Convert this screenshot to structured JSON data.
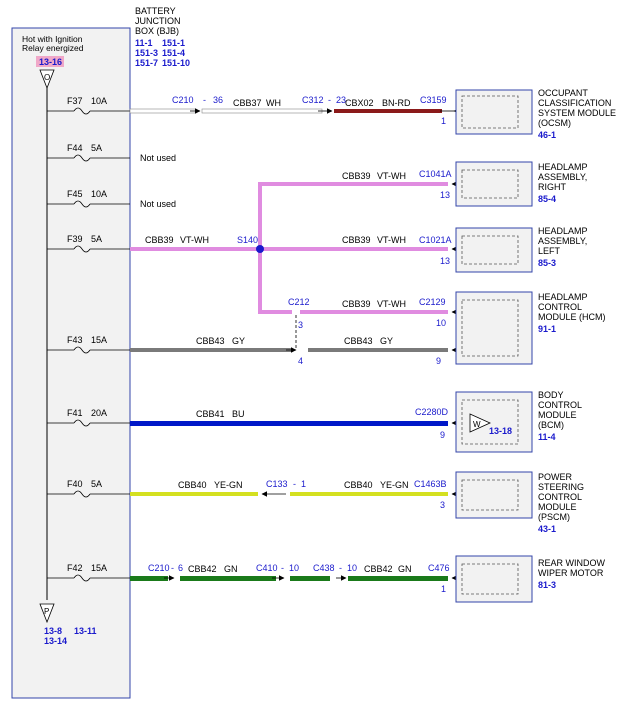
{
  "bjb": {
    "title_line1": "BATTERY",
    "title_line2": "JUNCTION",
    "title_line3": "BOX (BJB)",
    "refs": [
      "11-1",
      "151-1",
      "151-3",
      "151-4",
      "151-7",
      "151-10"
    ],
    "hot_line1": "Hot with Ignition",
    "hot_line2": "Relay energized",
    "hot_ref": "13-16",
    "top_symbol": "O",
    "bottom_symbol": "P",
    "bottom_refs": [
      "13-8",
      "13-11",
      "13-14"
    ]
  },
  "fuses": [
    {
      "id": "F37",
      "rating": "10A"
    },
    {
      "id": "F44",
      "rating": "5A"
    },
    {
      "id": "F45",
      "rating": "10A"
    },
    {
      "id": "F39",
      "rating": "5A"
    },
    {
      "id": "F43",
      "rating": "15A"
    },
    {
      "id": "F41",
      "rating": "20A"
    },
    {
      "id": "F40",
      "rating": "5A"
    },
    {
      "id": "F42",
      "rating": "15A"
    }
  ],
  "not_used": "Not used",
  "circuits": {
    "f37": {
      "c210": "C210",
      "c210_pin": "36",
      "wire1": "CBB37",
      "wire1_color": "WH",
      "c312": "C312",
      "c312_pin": "23",
      "wire2": "CBX02",
      "wire2_color": "BN-RD",
      "connector": "C3159",
      "pin": "1"
    },
    "headlamp_right": {
      "wire": "CBB39",
      "color": "VT-WH",
      "connector": "C1041A",
      "pin": "13"
    },
    "f39": {
      "wire": "CBB39",
      "color": "VT-WH",
      "splice": "S140"
    },
    "headlamp_left": {
      "wire": "CBB39",
      "color": "VT-WH",
      "connector": "C1021A",
      "pin": "13"
    },
    "hcm": {
      "c212": "C212",
      "c212_pin": "3",
      "wire": "CBB39",
      "color": "VT-WH",
      "connector": "C2129",
      "pin": "10"
    },
    "f43": {
      "wire1": "CBB43",
      "color1": "GY",
      "inline_pin": "4",
      "wire2": "CBB43",
      "color2": "GY",
      "pin": "9"
    },
    "f41": {
      "wire": "CBB41",
      "color": "BU",
      "connector": "C2280D",
      "pin": "9"
    },
    "f40": {
      "wire1": "CBB40",
      "color1": "YE-GN",
      "c133": "C133",
      "c133_pin": "1",
      "wire2": "CBB40",
      "color2": "YE-GN",
      "connector": "C1463B",
      "pin": "3"
    },
    "f42": {
      "c210": "C210",
      "c210_pin": "6",
      "wire1": "CBB42",
      "color1": "GN",
      "c410": "C410",
      "c410_pin": "10",
      "c438": "C438",
      "c438_pin": "10",
      "wire2": "CBB42",
      "color2": "GN",
      "connector": "C476",
      "pin": "1"
    }
  },
  "modules": {
    "ocsm": {
      "line1": "OCCUPANT",
      "line2": "CLASSIFICATION",
      "line3": "SYSTEM MODULE",
      "line4": "(OCSM)",
      "ref": "46-1"
    },
    "hl_right": {
      "line1": "HEADLAMP",
      "line2": "ASSEMBLY,",
      "line3": "RIGHT",
      "ref": "85-4"
    },
    "hl_left": {
      "line1": "HEADLAMP",
      "line2": "ASSEMBLY,",
      "line3": "LEFT",
      "ref": "85-3"
    },
    "hcm": {
      "line1": "HEADLAMP",
      "line2": "CONTROL",
      "line3": "MODULE (HCM)",
      "ref": "91-1"
    },
    "bcm": {
      "line1": "BODY",
      "line2": "CONTROL",
      "line3": "MODULE",
      "line4": "(BCM)",
      "ref": "11-4",
      "w_symbol": "W",
      "w_ref": "13-18"
    },
    "pscm": {
      "line1": "POWER",
      "line2": "STEERING",
      "line3": "CONTROL",
      "line4": "MODULE",
      "line5": "(PSCM)",
      "ref": "43-1"
    },
    "wiper": {
      "line1": "REAR WINDOW",
      "line2": "WIPER MOTOR",
      "ref": "81-3"
    }
  },
  "colors": {
    "blue_ref": "#1a1acc",
    "pink_ref": "#f0a8c8",
    "bus_gray": "#f2f2f2",
    "wire_white": "#ffffff",
    "wire_brown_red": "#8b1a1a",
    "wire_violet_white": "#e08ce0",
    "wire_gray": "#7a7a7a",
    "wire_blue": "#0018c8",
    "wire_yellow_green": "#d4e020",
    "wire_green": "#1a7a1a"
  }
}
